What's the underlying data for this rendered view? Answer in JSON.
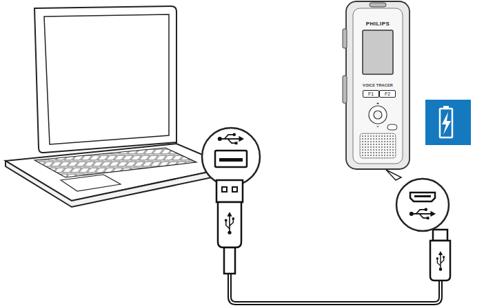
{
  "diagram": {
    "nodes": [
      {
        "text": [
          "PHILIPS",
          "VOICE TRACER"
        ]
      },
      {
        "text": [
          "F1"
        ],
        "in": 0
      },
      {
        "text": [
          "F2"
        ],
        "in": 0
      }
    ]
  }
}
